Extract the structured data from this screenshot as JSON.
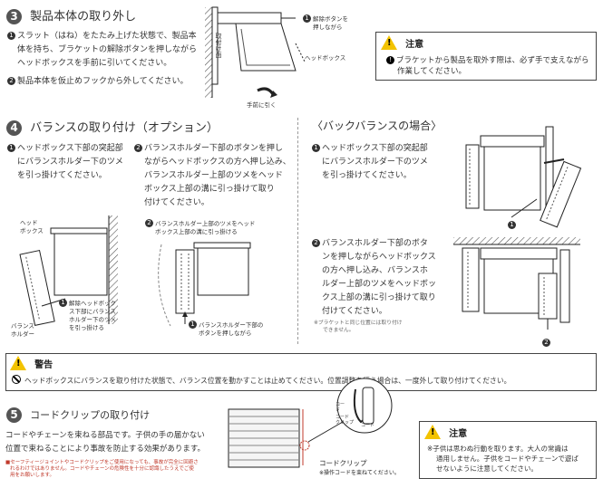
{
  "sec3": {
    "num": "3",
    "title": "製品本体の取り外し",
    "step1_num": "1",
    "step1_line1": "スラット（はね）をたたみ上げた状態で、製品本",
    "step1_line2": "体を持ち、ブラケットの解除ボタンを押しながら",
    "step1_line3": "ヘッドボックスを手前に引いてください。",
    "step2_num": "2",
    "step2_text": "製品本体を仮止めフックから外してください。",
    "lbl_button_num": "1",
    "lbl_button1": "解除ボタンを",
    "lbl_button2": "押しながら",
    "lbl_wall": "取付け面",
    "lbl_headbox": "ヘッドボックス",
    "lbl_pull": "手前に引く"
  },
  "caution1": {
    "title": "注意",
    "line1": "ブラケットから製品を取外す際は、必ず手で支えながら",
    "line2": "作業してください。"
  },
  "sec4": {
    "num": "4",
    "title": "バランスの取り付け（オプション）",
    "step1_num": "1",
    "step1_line1": "ヘッドボックス下部の突起部",
    "step1_line2": "にバランスホルダー下のツメ",
    "step1_line3": "を引っ掛けてください。",
    "step2_num": "2",
    "step2_line1": "バランスホルダー下部のボタンを押し",
    "step2_line2": "ながらヘッドボックスの方へ押し込み、",
    "step2_line3": "バランスホルダー上部のツメをヘッド",
    "step2_line4": "ボックス上部の溝に引っ掛けて取り",
    "step2_line5": "付けてください。",
    "lbl_headbox1": "ヘッド",
    "lbl_headbox2": "ボックス",
    "lbl_valance1": "バランス",
    "lbl_valance2": "ホルダー",
    "lbl_tab_num": "1",
    "lbl_tab1": "解除ヘッドボック",
    "lbl_tab2": "ス下部にバランス",
    "lbl_tab3": "ホルダー下のツメ",
    "lbl_tab4": "を引っ掛ける",
    "lbl_top_num": "2",
    "lbl_top1": "バランスホルダー上部のツメをヘッド",
    "lbl_top2": "ボックス上部の溝に引っ掛ける",
    "lbl_bottom_num": "1",
    "lbl_bottom1": "バランスホルダー下部の",
    "lbl_bottom2": "ボタンを押しながら"
  },
  "back": {
    "title": "〈バックバランスの場合〉",
    "step1_num": "1",
    "step1_line1": "ヘッドボックス下部の突起部",
    "step1_line2": "にバランスホルダー下のツメ",
    "step1_line3": "を引っ掛けてください。",
    "step2_num": "2",
    "step2_line1": "バランスホルダー下部のボタ",
    "step2_line2": "ンを押しながらヘッドボックス",
    "step2_line3": "の方へ押し込み、バランスホ",
    "step2_line4": "ルダー上部のツメをヘッドボッ",
    "step2_line5": "クス上部の溝に引っ掛けて取り",
    "step2_line6": "付けてください。",
    "note1": "※ブラケットと同じ位置には取り付け",
    "note2": "できません。",
    "mark1": "1",
    "mark2": "2"
  },
  "warning": {
    "title": "警告",
    "text": "ヘッドボックスにバランスを取り付けた状態で、バランス位置を動かすことは止めてください。位置調整を行う場合は、一度外して取り付けてください。"
  },
  "sec5": {
    "num": "5",
    "title": "コードクリップの取り付け",
    "line1": "コードやチェーンを束ねる部品です。子供の手の届かない",
    "line2": "位置で束ねることにより事故を防止する効果があります。",
    "note1": "■セーフティージョイントやコードクリップをご使用になっても、事故が完全に回避さ",
    "note2": "れるわけではありません。コードやチェーンの危険性を十分に認識したうえでご使",
    "note3": "用をお願いします。",
    "lbl_code1": "コー",
    "lbl_code2": "ド",
    "lbl_clip1": "コード",
    "lbl_clip2": "クリップ",
    "lbl_code3": "コード",
    "lbl_clip_main": "コードクリップ",
    "lbl_clip_sub": "※操作コードを束ねてください。"
  },
  "caution2": {
    "title": "注意",
    "line1": "※子供は思わぬ行動を取ります。大人の常識は",
    "line2": "通用しません。子供をコードやチェーンで遊ば",
    "line3": "せないように注意してください。"
  }
}
